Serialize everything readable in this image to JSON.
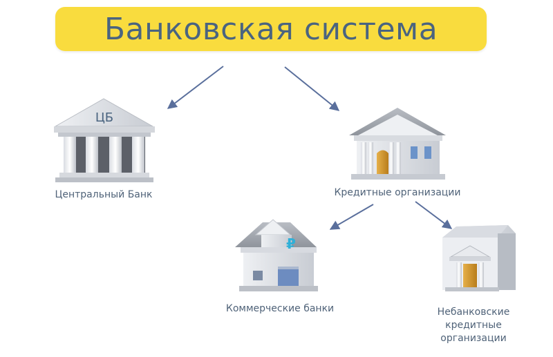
{
  "title": "Банковская система",
  "central_bank": {
    "pediment_text": "ЦБ",
    "label": "Центральный Банк"
  },
  "credit_orgs": {
    "label": "Кредитные организации"
  },
  "commercial_banks": {
    "sign": "₽",
    "label": "Коммерческие банки"
  },
  "nonbank": {
    "label": "Небанковские кредитные организации"
  },
  "colors": {
    "banner": "#f9dc3e",
    "title_text": "#4a6480",
    "arrow": "#5a6f9c",
    "label_text": "#4f6278",
    "ruble_sign": "#2fb0d8",
    "door": "#d49a2a"
  }
}
